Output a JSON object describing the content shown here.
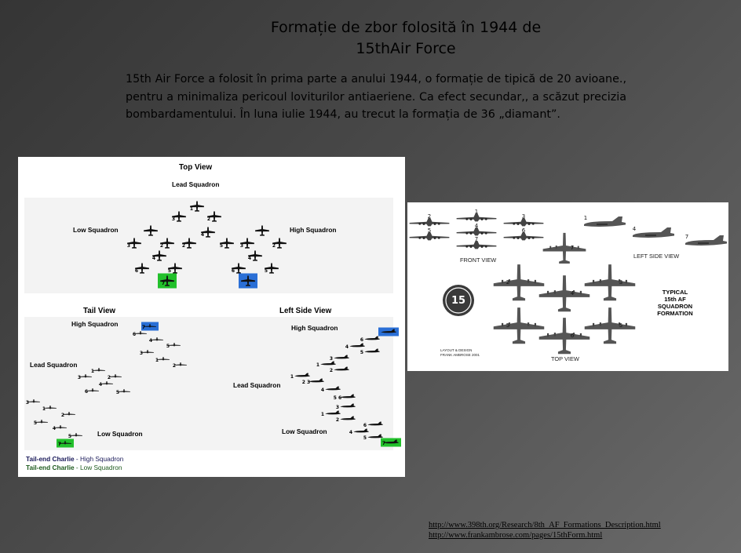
{
  "slide": {
    "title_line1": "Formație de zbor folosită în 1944 de",
    "title_line2": "15thAir Force",
    "paragraph": "15th Air Force a folosit în prima parte a anului 1944, o formație de tipică de 20 avioane., pentru a minimaliza pericoul loviturilor antiaeriene. Ca efect secundar,, a scăzut precizia bombardamentului. În luna iulie 1944, au trecut la formația de 36 „diamant”."
  },
  "figure1": {
    "top_view": "Top View",
    "lead_squadron": "Lead Squadron",
    "low_squadron": "Low Squadron",
    "high_squadron": "High Squadron",
    "tail_view": "Tail View",
    "left_side_view": "Left Side View",
    "tail_high_squadron": "High Squadron",
    "tail_lead_squadron": "Lead Squadron",
    "tail_low_squadron": "Low Squadron",
    "side_high_squadron": "High Squadron",
    "side_lead_squadron": "Lead Squadron",
    "side_low_squadron": "Low Squadron",
    "legend_high_name": "Tail-end Charlie",
    "legend_high_rest": " - High Squadron",
    "legend_low_name": "Tail-end Charlie",
    "legend_low_rest": " - Low Squadron",
    "colors": {
      "high": "#2a6fd6",
      "low": "#22c02b",
      "legend_high": "#1a1a5a",
      "legend_low": "#1d5a1d"
    }
  },
  "figure2": {
    "front_view": "FRONT VIEW",
    "left_side_view": "LEFT SIDE VIEW",
    "top_view": "TOP VIEW",
    "typical_line1": "TYPICAL",
    "typical_line2": "15th AF",
    "typical_line3": "SQUADRON",
    "typical_line4": "FORMATION",
    "credit_line1": "LAYOUT & DESIGN",
    "credit_line2": "FRANK AMBROSE 2001",
    "badge_number": "15"
  },
  "links": [
    "http://www.398th.org/Research/8th_AF_Formations_Description.html",
    "http://www.frankambrose.com/pages/15thForm.html"
  ]
}
